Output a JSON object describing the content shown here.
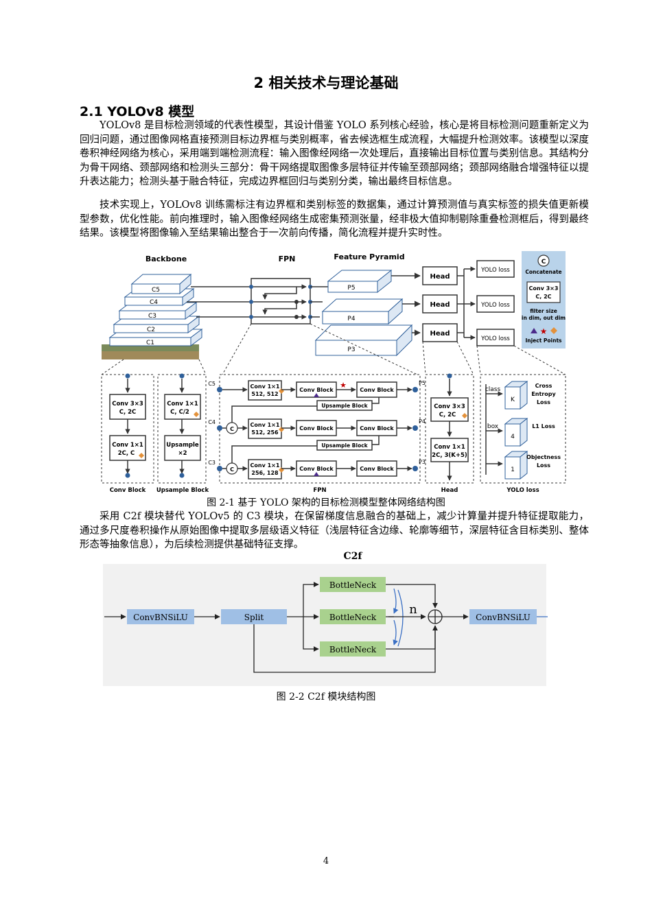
{
  "chapter_title": "2  相关技术与理论基础",
  "section_title": "2.1  YOLOv8 模型",
  "paragraphs": [
    "YOLOv8 是目标检测领域的代表性模型，其设计借鉴 YOLO 系列核心经验，核心是将目标检测问题重新定义为回归问题，通过图像网格直接预测目标边界框与类别概率，省去候选框生成流程，大幅提升检测效率。该模型以深度卷积神经网络为核心，采用端到端检测流程：输入图像经网络一次处理后，直接输出目标位置与类别信息。其结构分为骨干网络、颈部网络和检测头三部分：骨干网络提取图像多层特征并传输至颈部网络；颈部网络融合增强特征以提升表达能力；检测头基于融合特征，完成边界框回归与类别分类，输出最终目标信息。",
    "技术实现上，YOLOv8 训练需标注有边界框和类别标签的数据集，通过计算预测值与真实标签的损失值更新模型参数，优化性能。前向推理时，输入图像经网络生成密集预测张量，经非极大值抑制剔除重叠检测框后，得到最终结果。该模型将图像输入至结果输出整合于一次前向传播，简化流程并提升实时性。",
    "采用 C2f 模块替代 YOLOv5 的 C3 模块，在保留梯度信息融合的基础上，减少计算量并提升特征提取能力，通过多尺度卷积操作从原始图像中提取多层级语义特征（浅层特征含边缘、轮廓等细节，深层特征含目标类别、整体形态等抽象信息），为后续检测提供基础特征支撑。"
  ],
  "figure1": {
    "caption": "图 2-1 基于  YOLO  架构的目标检测模型整体网络结构图",
    "top_titles": {
      "backbone": "Backbone",
      "fpn": "FPN",
      "pyramid": "Feature Pyramid"
    },
    "backbone_layers": [
      "C5",
      "C4",
      "C3",
      "C2",
      "C1"
    ],
    "pyramid_layers": [
      "P5",
      "P4",
      "P3"
    ],
    "head_label": "Head",
    "loss_label": "YOLO loss",
    "legend": {
      "concat_symbol": "C",
      "concat": "Concatenate",
      "conv_line1": "Conv 3×3",
      "conv_line2": "C, 2C",
      "note_line1": "filter size",
      "note_line2": "in dim, out dim",
      "inject": "Inject Points"
    },
    "conv_block": {
      "box1": [
        "Conv 3×3",
        "C, 2C"
      ],
      "box2": [
        "Conv 1×1",
        "2C, C"
      ],
      "label": "Conv Block"
    },
    "upsample_block": {
      "box1": [
        "Conv 1×1",
        "C, C/2"
      ],
      "box2": [
        "Upsample",
        "×2"
      ],
      "label": "Upsample Block"
    },
    "fpn_detail": {
      "inputs": [
        "C5",
        "C4",
        "C3"
      ],
      "outputs": [
        "P5",
        "P4",
        "P3"
      ],
      "row_convs": [
        [
          "Conv 1×1",
          "512, 512"
        ],
        [
          "Conv 1×1",
          "512, 256"
        ],
        [
          "Conv 1×1",
          "256, 128"
        ]
      ],
      "conv_block": "Conv Block",
      "upsample": "Upsample Block",
      "concat_symbol": "C",
      "label": "FPN"
    },
    "head_detail": {
      "box1": [
        "Conv 3×3",
        "C, 2C"
      ],
      "box2": [
        "Conv 1×1",
        "2C, 3(K+5)"
      ],
      "label": "Head"
    },
    "loss_detail": {
      "class_label": "class",
      "box_label": "box",
      "cubes": [
        "K",
        "4",
        "1"
      ],
      "losses": [
        [
          "Cross",
          "Entropy",
          "Loss"
        ],
        [
          "L1 Loss"
        ],
        [
          "Objectness",
          "Loss"
        ]
      ],
      "label": "YOLO loss"
    }
  },
  "figure2": {
    "title": "C2f",
    "blocks": {
      "input": "ConvBNSiLU",
      "split": "Split",
      "bottleneck": "BottleNeck",
      "output": "ConvBNSiLU"
    },
    "n_label": "n",
    "caption": "图 2-2  C2f 模块结构图"
  },
  "page_number": "4",
  "colors": {
    "fpn_node": "#2e5f9a",
    "legend_bg": "#b9d3ea",
    "c2f_blue": "#9fbfe5",
    "c2f_green": "#a9d18e",
    "star": "#c00000",
    "triangle": "#4b2a8a",
    "diamond": "#e3913a"
  }
}
